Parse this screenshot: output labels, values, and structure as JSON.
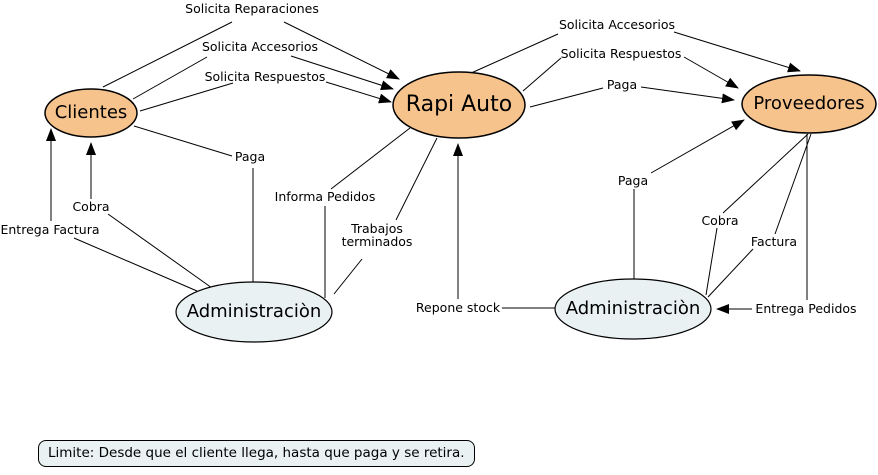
{
  "diagram": {
    "title_hint": "Rapi Auto context diagram",
    "nodes": {
      "clientes": {
        "label": "Clientes"
      },
      "rapi_auto": {
        "label": "Rapi Auto"
      },
      "proveedores": {
        "label": "Proveedores"
      },
      "admin_left": {
        "label": "Administraciòn"
      },
      "admin_right": {
        "label": "Administraciòn"
      }
    },
    "edge_labels": {
      "solicita_reparaciones": "Solicita Reparaciones",
      "solicita_accesorios_left": "Solicita Accesorios",
      "solicita_respuestos_left": "Solicita Respuestos",
      "paga_left": "Paga",
      "cobra_left": "Cobra",
      "entrega_factura": "Entrega Factura",
      "informa_pedidos": "Informa Pedidos",
      "trabajos_terminados": "Trabajos terminados",
      "solicita_accesorios_right": "Solicita Accesorios",
      "solicita_respuestos_right": "Solicita Respuestos",
      "paga_right_top": "Paga",
      "paga_right_bottom": "Paga",
      "cobra_right": "Cobra",
      "factura": "Factura",
      "repone_stock": "Repone stock",
      "entrega_pedidos": "Entrega Pedidos"
    },
    "note": {
      "text": "Limite: Desde que el cliente llega, hasta que paga y se retira."
    },
    "colors": {
      "process_fill": "#f7c38c",
      "entity_fill": "#e9f1f2",
      "line": "#000000",
      "background": "#ffffff"
    }
  }
}
